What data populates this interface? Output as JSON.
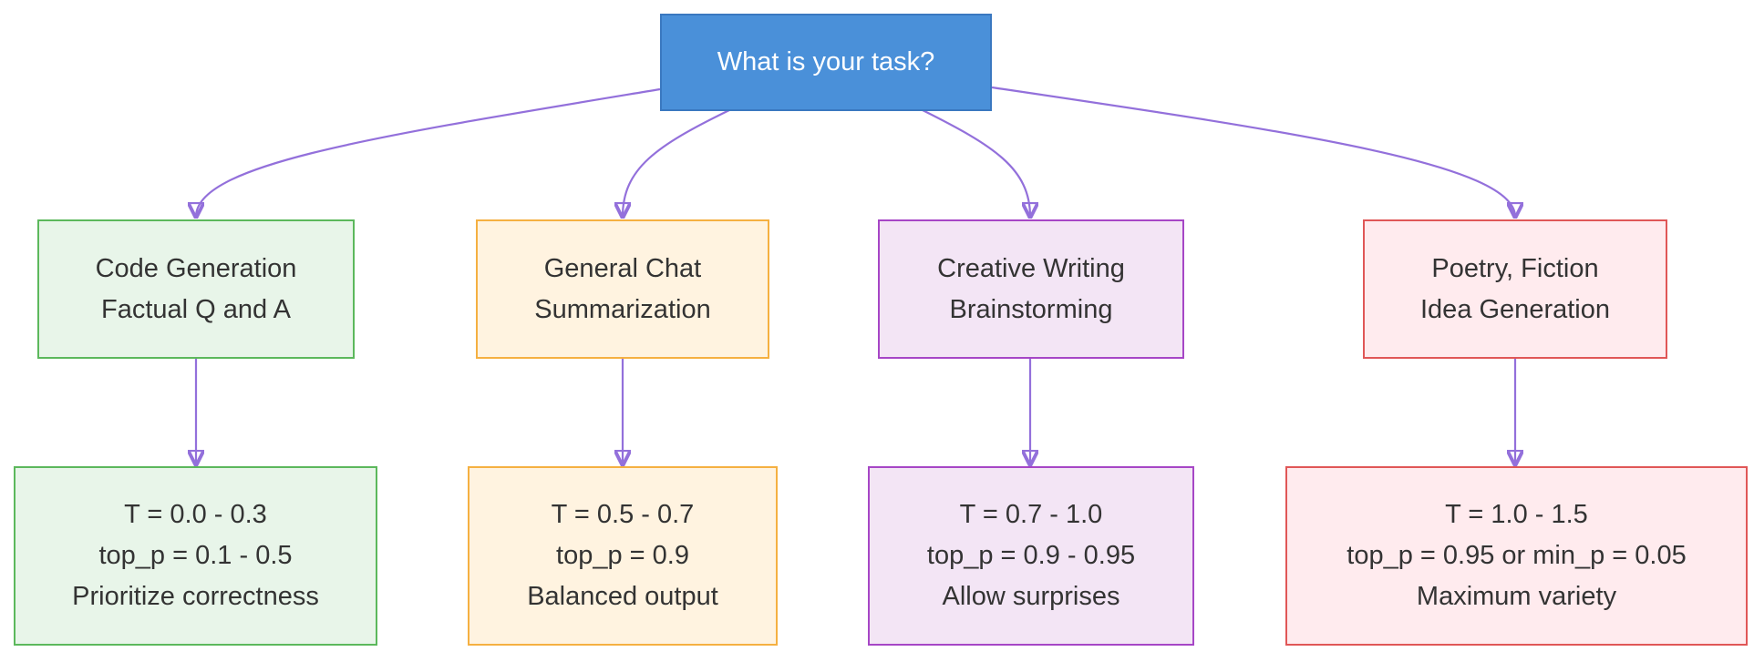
{
  "root": {
    "text": "What is your task?",
    "color": "#4a90d9"
  },
  "edge_color": "#9370db",
  "categories": [
    {
      "line1": "Code Generation",
      "line2": "Factual Q and A",
      "settings": [
        "T = 0.0 - 0.3",
        "top_p = 0.1 - 0.5",
        "Prioritize correctness"
      ],
      "fill": "#e8f5e9",
      "border": "#5cb85c"
    },
    {
      "line1": "General Chat",
      "line2": "Summarization",
      "settings": [
        "T = 0.5 - 0.7",
        "top_p = 0.9",
        "Balanced output"
      ],
      "fill": "#fff3e0",
      "border": "#f5b041"
    },
    {
      "line1": "Creative Writing",
      "line2": "Brainstorming",
      "settings": [
        "T = 0.7 - 1.0",
        "top_p = 0.9 - 0.95",
        "Allow surprises"
      ],
      "fill": "#f3e5f5",
      "border": "#a646c6"
    },
    {
      "line1": "Poetry, Fiction",
      "line2": "Idea Generation",
      "settings": [
        "T = 1.0 - 1.5",
        "top_p = 0.95 or min_p = 0.05",
        "Maximum variety"
      ],
      "fill": "#ffebee",
      "border": "#e05757"
    }
  ]
}
